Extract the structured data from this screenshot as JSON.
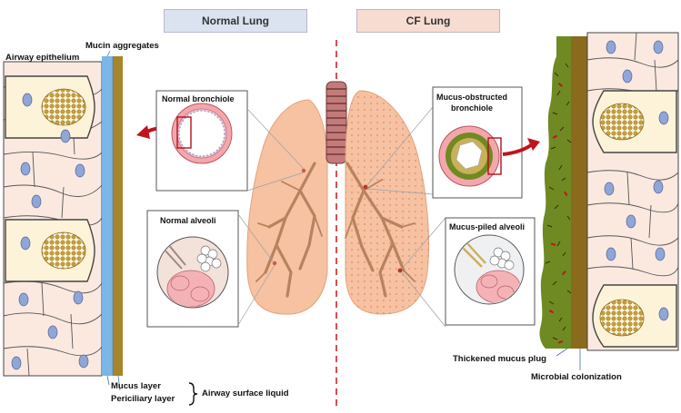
{
  "headers": {
    "normal": "Normal Lung",
    "cf": "CF Lung"
  },
  "labels": {
    "mucin_aggregates": "Mucin aggregates",
    "airway_epithelium": "Airway epithelium",
    "normal_bronchiole": "Normal bronchiole",
    "normal_alveoli": "Normal alveoli",
    "mucus_obstructed_line1": "Mucus-obstructed",
    "mucus_obstructed_line2": "bronchiole",
    "mucus_piled_alveoli": "Mucus-piled alveoli",
    "thickened_mucus_plug": "Thickened mucus plug",
    "microbial_colonization": "Microbial colonization",
    "mucus_layer": "Mucus layer",
    "periciliary_layer": "Periciliary layer",
    "airway_surface_liquid": "Airway surface liquid"
  },
  "colors": {
    "header_normal": "#dbe3f1",
    "header_cf": "#f7dcd2",
    "lung": "#f6c2a1",
    "cell": "#fbe9e0",
    "nucleus": "#8fa6d6",
    "mucus_normal": "#a7852a",
    "periciliary": "#7ab6e6",
    "mucus_cf": "#6f8a22",
    "arrow": "#c0141d",
    "divider": "#d22222"
  }
}
